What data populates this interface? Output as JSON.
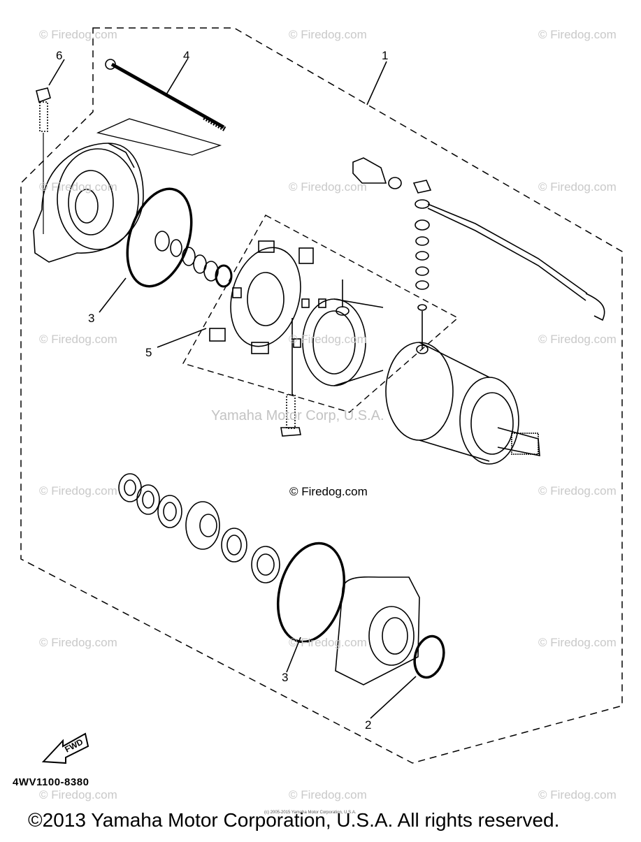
{
  "watermark": "© Firedog.com",
  "center_credit": "© Firedog.com",
  "yamaha_watermark": "Yamaha Motor Corp, U.S.A.",
  "callouts": {
    "c1": "1",
    "c2": "2",
    "c3a": "3",
    "c3b": "3",
    "c4": "4",
    "c5": "5",
    "c6": "6"
  },
  "fwd_label": "FWD",
  "part_code": "4WV1100-8380",
  "tiny_credit": "(c) 2005-2015 Yamaha Motor Corporation, U.S.A.",
  "copyright": "©2013 Yamaha Motor Corporation, U.S.A. All rights reserved."
}
